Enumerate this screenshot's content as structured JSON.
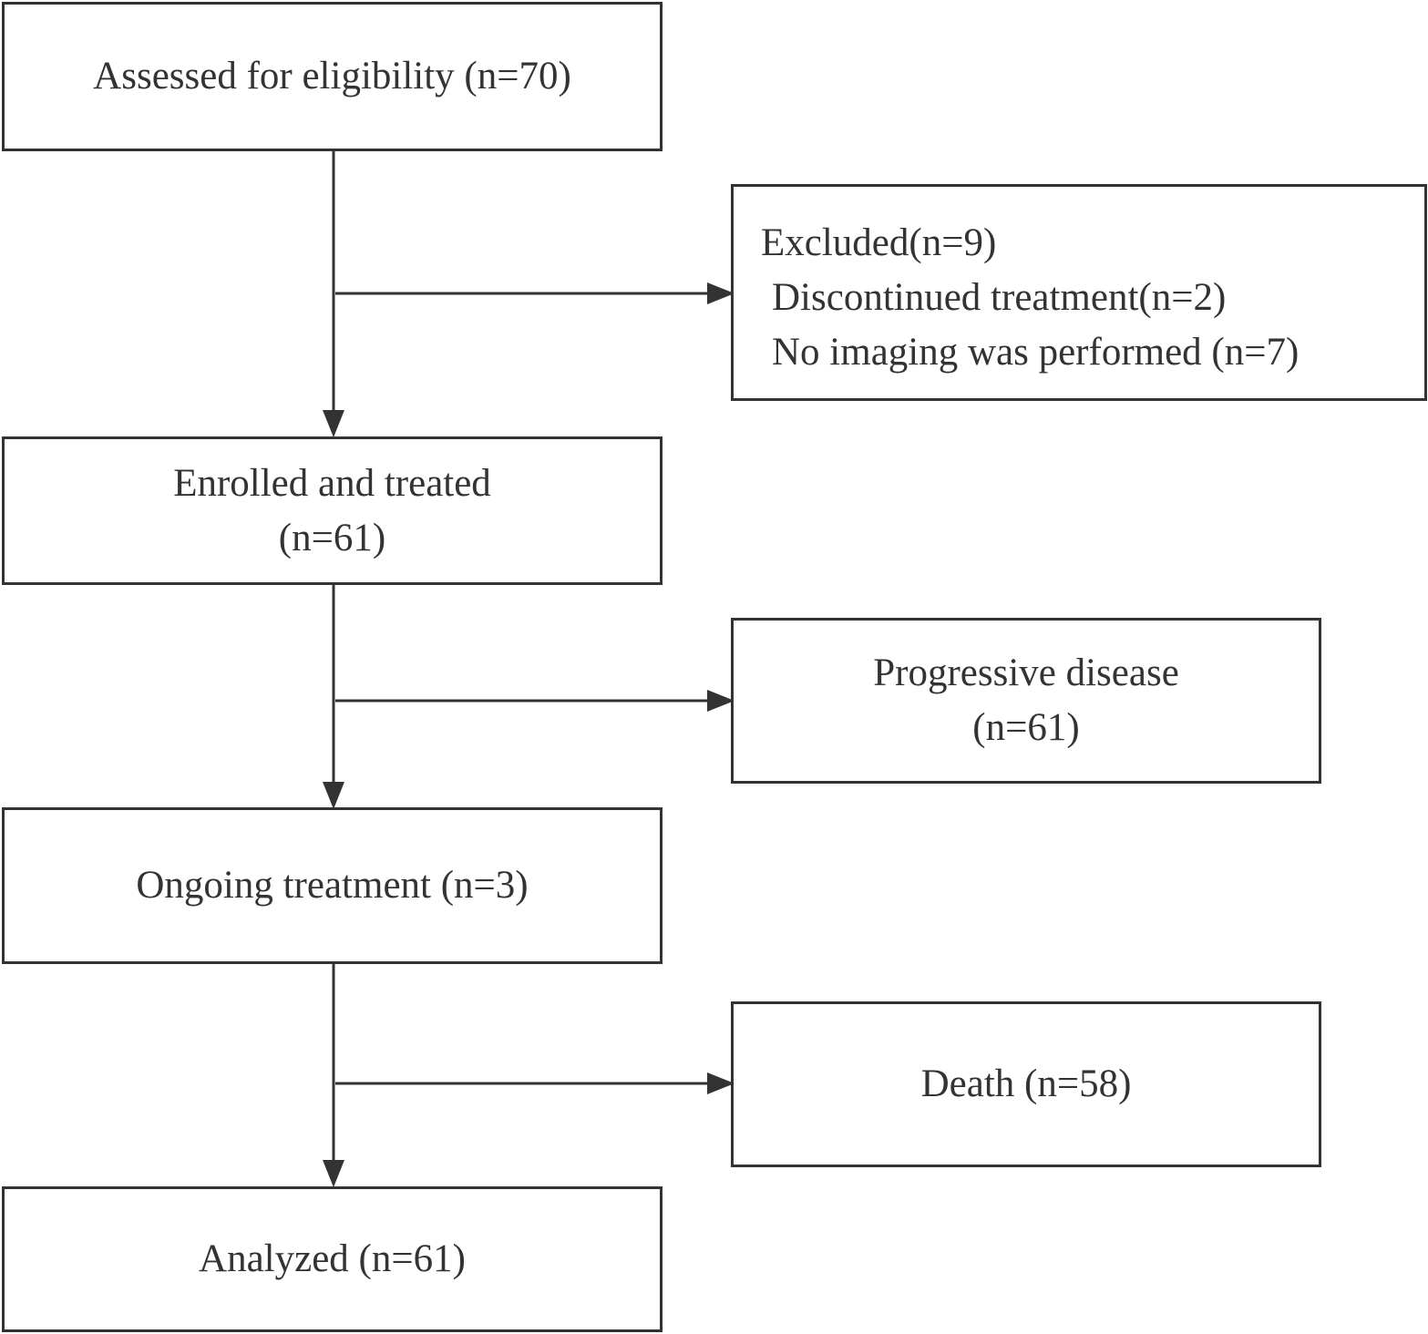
{
  "flowchart": {
    "assessed": {
      "label": "Assessed for eligibility (n=70)"
    },
    "excluded": {
      "title": "Excluded(n=9)",
      "reasons": [
        "Discontinued treatment(n=2)",
        "No imaging was performed (n=7)"
      ]
    },
    "enrolled": {
      "label_line1": "Enrolled and treated",
      "label_line2": "(n=61)"
    },
    "progressive": {
      "label_line1": "Progressive disease",
      "label_line2": "(n=61)"
    },
    "ongoing": {
      "label": "Ongoing treatment (n=3)"
    },
    "death": {
      "label": "Death (n=58)"
    },
    "analyzed": {
      "label": "Analyzed (n=61)"
    }
  },
  "colors": {
    "stroke": "#333333",
    "background": "#ffffff"
  }
}
